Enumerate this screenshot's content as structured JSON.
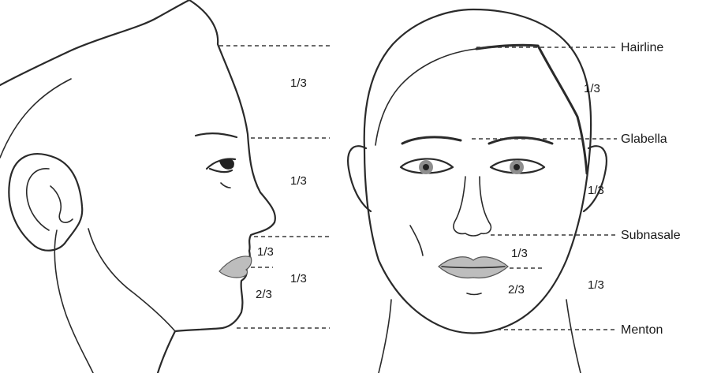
{
  "landmarks": {
    "hairline": "Hairline",
    "glabella": "Glabella",
    "subnasale": "Subnasale",
    "menton": "Menton"
  },
  "profile_fractions": {
    "upper_third": "1/3",
    "middle_third": "1/3",
    "lower_third": "1/3",
    "upper_lip": "1/3",
    "lower_lip_chin": "2/3"
  },
  "front_fractions": {
    "upper_third": "1/3",
    "middle_third": "1/3",
    "lower_third": "1/3",
    "upper_lip": "1/3",
    "lower_lip_chin": "2/3"
  },
  "colors": {
    "line": "#2a2a2a",
    "lip_fill": "#bdbdbd",
    "iris": "#8e8e8e"
  }
}
